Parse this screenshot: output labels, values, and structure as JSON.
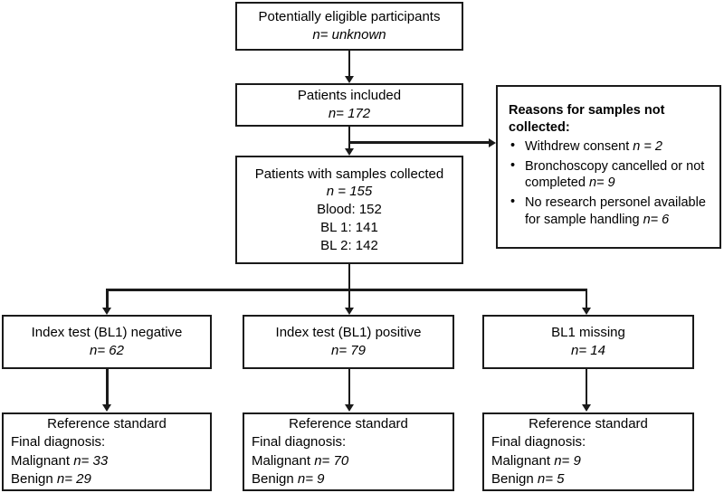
{
  "diagram": {
    "type": "flowchart",
    "title": "Study participant flow diagram",
    "stroke_color": "#1a1a1a",
    "background_color": "#ffffff"
  },
  "boxes": {
    "eligible": {
      "line1": "Potentially eligible participants",
      "line2_prefix": "n=",
      "line2_value": "unknown"
    },
    "included": {
      "line1": "Patients included",
      "line2_prefix": "n=",
      "line2_value": "172"
    },
    "samples_collected": {
      "line1": "Patients with samples collected",
      "line2_prefix": "n =",
      "line2_value": "155",
      "line3": "Blood:  152",
      "line4": "BL 1: 141",
      "line5": "BL 2: 142"
    },
    "reasons": {
      "title_bold": "Reasons for samples not collected",
      "title_colon": ":",
      "items": [
        {
          "text": "Withdrew consent ",
          "n_prefix": "n =",
          "n_value": "2"
        },
        {
          "text": "Bronchoscopy cancelled or not completed ",
          "n_prefix": "n=",
          "n_value": "9"
        },
        {
          "text": "No research personel available for sample handling ",
          "n_prefix": "n=",
          "n_value": "6"
        }
      ]
    },
    "index_negative": {
      "line1": "Index test (BL1) negative",
      "line2_prefix": "n=",
      "line2_value": "62"
    },
    "index_positive": {
      "line1": "Index test (BL1) positive",
      "line2_prefix": "n=",
      "line2_value": "79"
    },
    "bl1_missing": {
      "line1": "BL1 missing",
      "line2_prefix": "n=",
      "line2_value": "14"
    },
    "reference_left": {
      "heading": "Reference standard",
      "line2": "Final diagnosis:",
      "malignant_label": "Malignant ",
      "malignant_prefix": "n=",
      "malignant_value": "33",
      "benign_label": "Benign ",
      "benign_prefix": "n=",
      "benign_value": "29"
    },
    "reference_middle": {
      "heading": "Reference standard",
      "line2": "Final diagnosis:",
      "malignant_label": "Malignant ",
      "malignant_prefix": "n=",
      "malignant_value": "70",
      "benign_label": "Benign ",
      "benign_prefix": "n=",
      "benign_value": "9"
    },
    "reference_right": {
      "heading": "Reference standard",
      "line2": "Final diagnosis:",
      "malignant_label": "Malignant ",
      "malignant_prefix": "n=",
      "malignant_value": "9",
      "benign_label": "Benign ",
      "benign_prefix": "n=",
      "benign_value": "5"
    }
  },
  "symbols": {
    "bullet": "•"
  }
}
